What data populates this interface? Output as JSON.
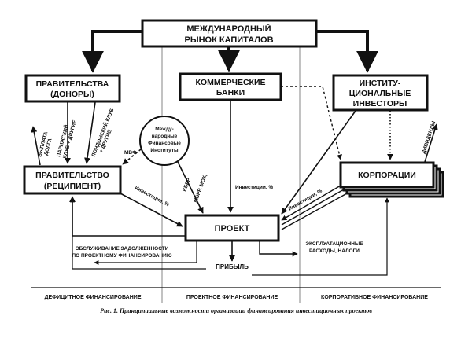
{
  "nodes": {
    "market": [
      "МЕЖДУНАРОДНЫЙ",
      "РЫНОК КАПИТАЛОВ"
    ],
    "gov_donors": [
      "ПРАВИТЕЛЬСТВА",
      "(ДОНОРЫ)"
    ],
    "banks": [
      "КОММЕРЧЕСКИЕ",
      "БАНКИ"
    ],
    "institutional": [
      "ИНСТИТУ-",
      "ЦИОНАЛЬНЫЕ",
      "ИНВЕСТОРЫ"
    ],
    "intl_fin": [
      "Между-",
      "народные",
      "Финансовые",
      "Институты"
    ],
    "gov_recipient": [
      "ПРАВИТЕЛЬСТВО",
      "(РЕЦИПИЕНТ)"
    ],
    "corporations": "КОРПОРАЦИИ",
    "project": "ПРОЕКТ"
  },
  "labels": {
    "repayment": [
      "ВЫПЛАТА",
      "ДОЛГА"
    ],
    "paris": [
      "ПАРИЖСКИЙ",
      "КЛУБ + ДРУГИЕ"
    ],
    "london": [
      "ЛОНДОНСКИЙ КЛУБ",
      "+ ДРУГИЕ"
    ],
    "imf": "МВФ",
    "mbrr": "МБРР, МОК,",
    "ebrr": "ЕБРР",
    "invest_left": "Инвестиции, %",
    "invest_center": "Инвестиции, %",
    "invest_right": "Инвестиции, %",
    "dividends": "ДИВИДЕНДЫ",
    "debt_service": [
      "ОБСЛУЖИВАНИЕ ЗАДОЛЖЕННОСТИ",
      "ПО ПРОЕКТНОМУ ФИНАНСИРОВАНИЮ"
    ],
    "opex": [
      "ЭКСПЛУАТАЦИОННЫЕ",
      "РАСХОДЫ, НАЛОГИ"
    ],
    "profit": "ПРИБЫЛЬ"
  },
  "sections": {
    "deficit": "ДЕФИЦИТНОЕ ФИНАНСИРОВАНИЕ",
    "project": "ПРОЕКТНОЕ ФИНАНСИРОВАНИЕ",
    "corporate": "КОРПОРАТИВНОЕ ФИНАНСИРОВАНИЕ"
  },
  "caption": "Рис. 1. Принципиальные возможности организации финансирования инвестиционных проектов"
}
